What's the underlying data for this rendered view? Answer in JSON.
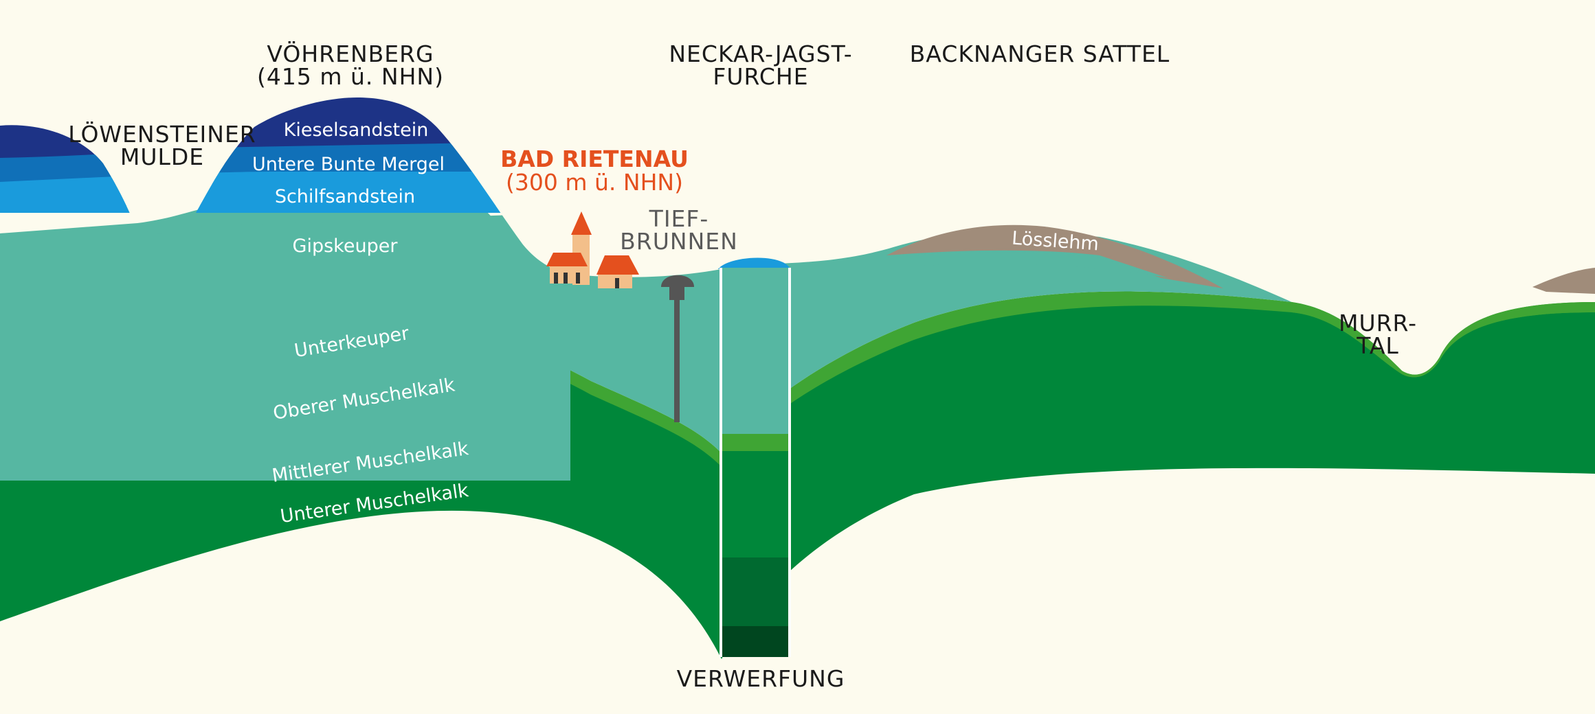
{
  "colors": {
    "background": "#fdfbee",
    "unterer_muschelkalk": "#00461f",
    "mittlerer_muschelkalk": "#006a30",
    "oberer_muschelkalk": "#00873a",
    "unterkeuper": "#3fa534",
    "gipskeuper": "#56b7a2",
    "schilfsandstein": "#1a9bdc",
    "untere_bunte_mergel": "#1070b8",
    "kieselsandstein": "#1d3386",
    "loesslehm": "#a08c7a",
    "town_accent": "#e4501e",
    "well": "#555555"
  },
  "labels": {
    "voehrenberg": [
      "VÖHRENBERG",
      "(415 m ü. NHN)"
    ],
    "loewensteiner": [
      "LÖWENSTEINER",
      "MULDE"
    ],
    "neckar": [
      "NECKAR-JAGST-",
      "FURCHE"
    ],
    "backnanger": "BACKNANGER SATTEL",
    "bad_rietenau_name": "BAD RIETENAU",
    "bad_rietenau_height": "(300 m ü. NHN)",
    "tiefbrunnen": [
      "TIEF-",
      "BRUNNEN"
    ],
    "murrtal": [
      "MURR-",
      "TAL"
    ],
    "verwerfung": "VERWERFUNG"
  },
  "layers": {
    "kieselsandstein": "Kieselsandstein",
    "untere_bunte_mergel": "Untere Bunte Mergel",
    "schilfsandstein": "Schilfsandstein",
    "gipskeuper": "Gipskeuper",
    "loesslehm": "Lösslehm",
    "unterkeuper": "Unterkeuper",
    "oberer_muschelkalk": "Oberer Muschelkalk",
    "mittlerer_muschelkalk": "Mittlerer Muschelkalk",
    "unterer_muschelkalk": "Unterer Muschelkalk"
  }
}
